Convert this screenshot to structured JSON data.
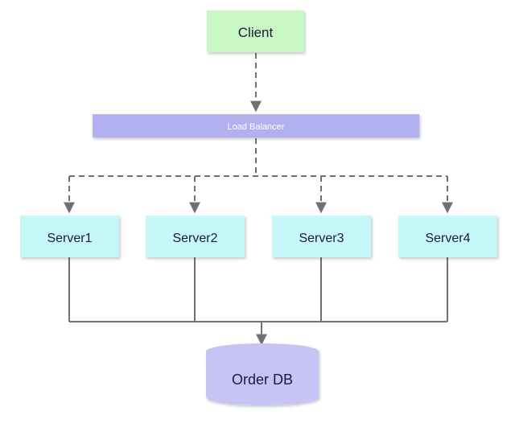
{
  "nodes": {
    "client": {
      "label": "Client"
    },
    "load_balancer": {
      "label": "Load Balancer"
    },
    "servers": [
      {
        "label": "Server1"
      },
      {
        "label": "Server2"
      },
      {
        "label": "Server3"
      },
      {
        "label": "Server4"
      }
    ],
    "database": {
      "label": "Order DB"
    }
  },
  "colors": {
    "client_fill": "#c9f7c4",
    "load_balancer_fill": "#b3b0f0",
    "server_fill": "#c6f7f9",
    "database_fill": "#c6c3f5",
    "connector": "#707070",
    "label_text": "#1a1a40",
    "load_balancer_text": "#ffffff"
  }
}
